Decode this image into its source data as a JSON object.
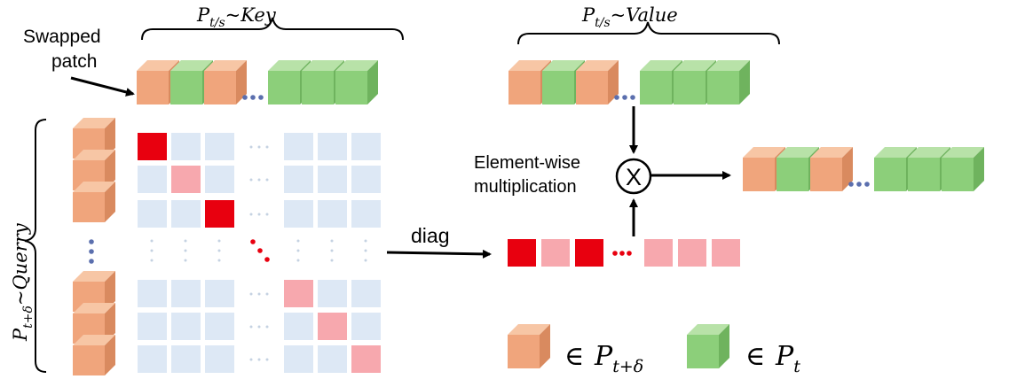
{
  "labels": {
    "key_base": "P",
    "key_sub": "t/s",
    "key_tail": "~Key",
    "value_base": "P",
    "value_sub": "t/s",
    "value_tail": "~Value",
    "query_base": "P",
    "query_sub": "t+δ",
    "query_tail": "~Querry",
    "swapped_line1": "Swapped",
    "swapped_line2": "patch",
    "elementwise_line1": "Element-wise",
    "elementwise_line2": "multiplication",
    "diag": "diag",
    "multiply_symbol": "X",
    "legend_in": "∈",
    "legend_p": "P",
    "legend_orange_sub": "t+δ",
    "legend_green_sub": "t"
  },
  "colors": {
    "orange_front": "#f0a57c",
    "orange_top": "#f7c6a5",
    "orange_side": "#d98a5f",
    "green_front": "#8ccf7a",
    "green_top": "#b8e2a8",
    "green_side": "#6fb35e",
    "cell_light": "#dde8f5",
    "red_strong": "#e8000f",
    "red_soft": "#f7a8ae",
    "dots": "#5b6fae",
    "red_dots": "#e8000f"
  },
  "sequences": {
    "key_top": [
      "orange",
      "green",
      "orange",
      "gap",
      "green",
      "green",
      "green"
    ],
    "value_top": [
      "orange",
      "green",
      "orange",
      "gap",
      "green",
      "green",
      "green"
    ],
    "output": [
      "orange",
      "green",
      "orange",
      "gap",
      "green",
      "green",
      "green"
    ],
    "query_column": [
      "orange",
      "orange",
      "orange",
      "gap",
      "orange",
      "orange",
      "orange"
    ],
    "diag_vector": [
      "strong",
      "soft",
      "strong",
      "gap",
      "soft",
      "soft",
      "soft"
    ]
  }
}
